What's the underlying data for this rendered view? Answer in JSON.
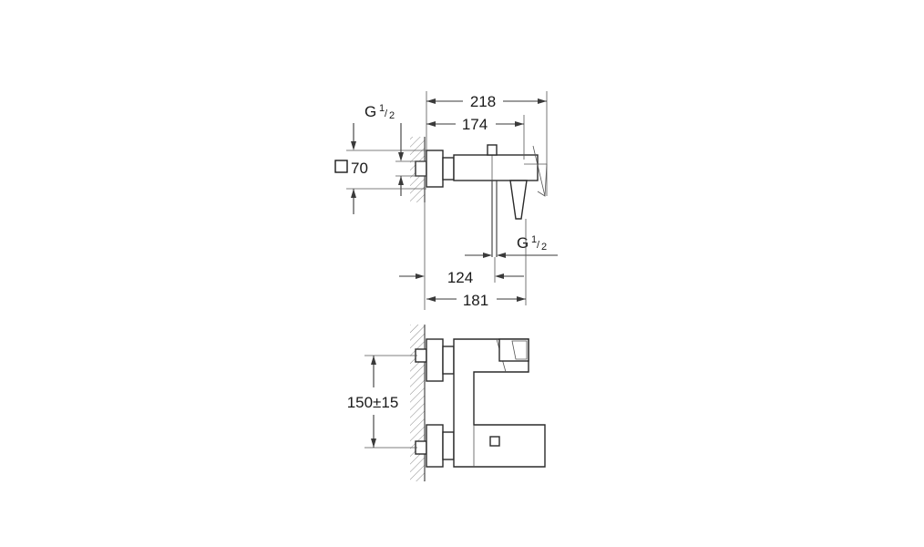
{
  "side_view": {
    "dim_total_length": "218",
    "dim_spout_length": "174",
    "dim_inlet_letter": "G",
    "dim_inlet_fraction_num": "1",
    "dim_inlet_fraction_den": "2",
    "dim_outlet_letter": "G",
    "dim_outlet_fraction_num": "1",
    "dim_outlet_fraction_den": "2",
    "dim_rosette_size": "70",
    "dim_outlet_offset": "124",
    "dim_depth": "181"
  },
  "front_view": {
    "dim_center_distance": "150±15"
  }
}
